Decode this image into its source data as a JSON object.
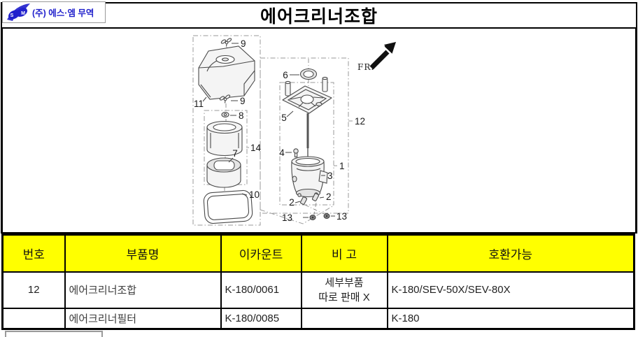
{
  "logo": {
    "company": "(주) 에스·엠 무역",
    "icon_s": "S",
    "icon_m": "M"
  },
  "title": "에어크리너조합",
  "diagram": {
    "fr": "FR.",
    "labels": {
      "l9a": "9",
      "l11": "11",
      "l9b": "9",
      "l8": "8",
      "l14": "14",
      "l7": "7",
      "l10": "10",
      "l6": "6",
      "l5": "5",
      "l12": "12",
      "l4": "4",
      "l1": "1",
      "l3": "3",
      "l2a": "2",
      "l2b": "2",
      "l13a": "13",
      "l13b": "13"
    }
  },
  "table": {
    "headers": [
      "번호",
      "부품명",
      "이카운트",
      "비 고",
      "호환가능"
    ],
    "rows": [
      {
        "no": "12",
        "name": "에어크리너조합",
        "ecount": "K-180/0061",
        "note1": "세부부품",
        "note2": "따로 판매 X",
        "compat": "K-180/SEV-50X/SEV-80X"
      },
      {
        "no": "",
        "name": "에어크리너필터",
        "ecount": "K-180/0085",
        "note1": "",
        "note2": "",
        "compat": "K-180"
      }
    ]
  },
  "colors": {
    "header_bg": "#FFFF00",
    "logo_blue": "#2222CC",
    "border": "#000000"
  }
}
